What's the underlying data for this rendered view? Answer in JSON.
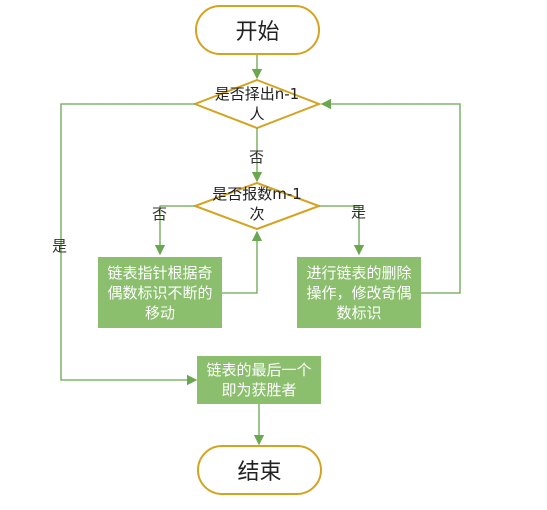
{
  "start": "开始",
  "end": "结束",
  "decision1": "是否择出n-1人",
  "decision2": "是否报数m-1次",
  "process_left": "链表指针根据奇偶数标识不断的移动",
  "process_right": "进行链表的删除操作，修改奇偶数标识",
  "process_final": "链表的最后一个即为获胜者",
  "labels": {
    "no1": "否",
    "no2": "否",
    "yes_right": "是",
    "yes_left": "是"
  },
  "colors": {
    "terminal_border": "#d4a320",
    "process_fill": "#8bbf6e",
    "arrow": "#6aa84f"
  }
}
